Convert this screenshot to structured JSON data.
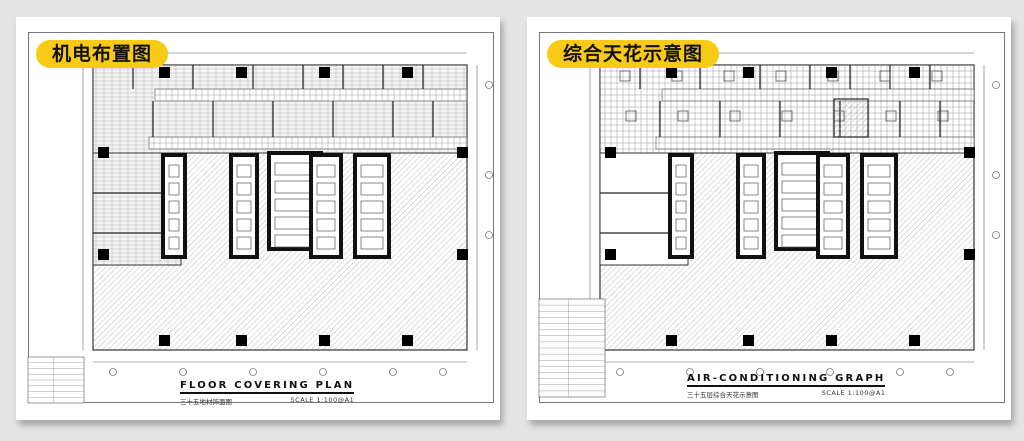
{
  "panels": [
    {
      "label": "机电布置图",
      "title": "FLOOR COVERING PLAN",
      "subtitle": "三十五地材饰面图",
      "scale": "SCALE  1:100@A1"
    },
    {
      "label": "综合天花示意图",
      "title": "AIR-CONDITIONING GRAPH",
      "subtitle": "三十五层综合天花示意图",
      "scale": "SCALE  1:100@A1"
    }
  ],
  "colors": {
    "background": "#e4e4e4",
    "label_pill": "#f7cb15",
    "ink": "#111111"
  }
}
